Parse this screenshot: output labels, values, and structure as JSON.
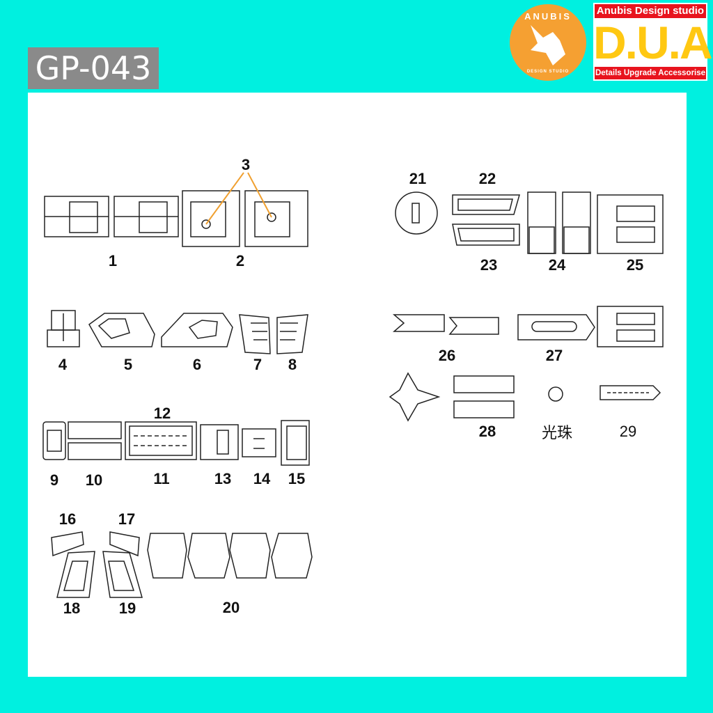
{
  "header": {
    "product_code": "GP-043"
  },
  "logos": {
    "anubis": {
      "name": "ANUBIS",
      "subtitle": "DESIGN STUDIO",
      "color": "#f5a032"
    },
    "dua": {
      "top": "Anubis Design studio",
      "main": "D.U.A",
      "bottom": "Details Upgrade Accessorise",
      "red": "#e8141e",
      "yellow": "#ffc812"
    }
  },
  "colors": {
    "background": "#00f0e0",
    "panel": "#ffffff",
    "code_box": "#8a8a8a",
    "leader_line": "#f0a030"
  },
  "part_labels": {
    "p1": "1",
    "p2": "2",
    "p3": "3",
    "p4": "4",
    "p5": "5",
    "p6": "6",
    "p7": "7",
    "p8": "8",
    "p9": "9",
    "p10": "10",
    "p11": "11",
    "p12": "12",
    "p13": "13",
    "p14": "14",
    "p15": "15",
    "p16": "16",
    "p17": "17",
    "p18": "18",
    "p19": "19",
    "p20": "20",
    "p21": "21",
    "p22": "22",
    "p23": "23",
    "p24": "24",
    "p25": "25",
    "p26": "26",
    "p27": "27",
    "p28": "28",
    "p29": "29",
    "light_bead": "光珠"
  }
}
